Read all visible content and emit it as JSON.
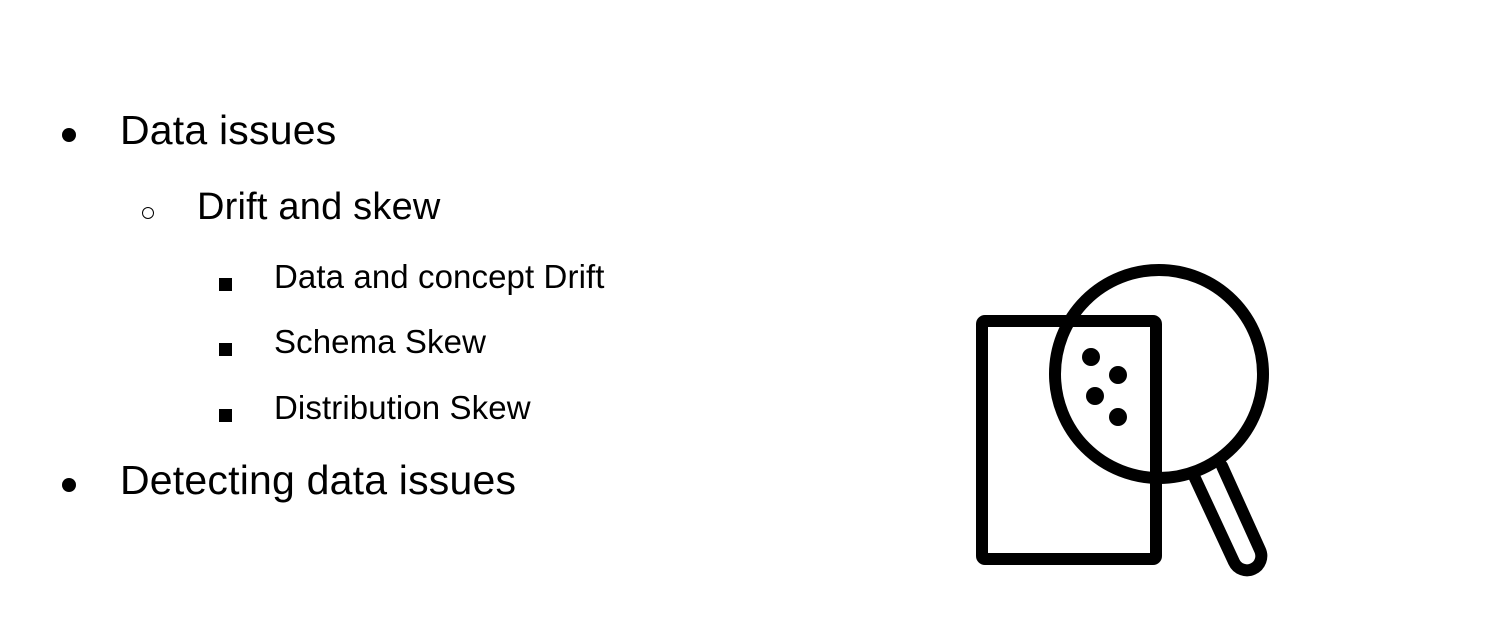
{
  "outline": {
    "item1": {
      "text": "Data issues",
      "sub": {
        "text": "Drift and skew",
        "items": [
          "Data and concept Drift",
          "Schema Skew",
          "Distribution Skew"
        ]
      }
    },
    "item2": {
      "text": "Detecting data issues"
    }
  },
  "illustration": {
    "icon": "document-magnifier-icon",
    "color": "#000000"
  }
}
